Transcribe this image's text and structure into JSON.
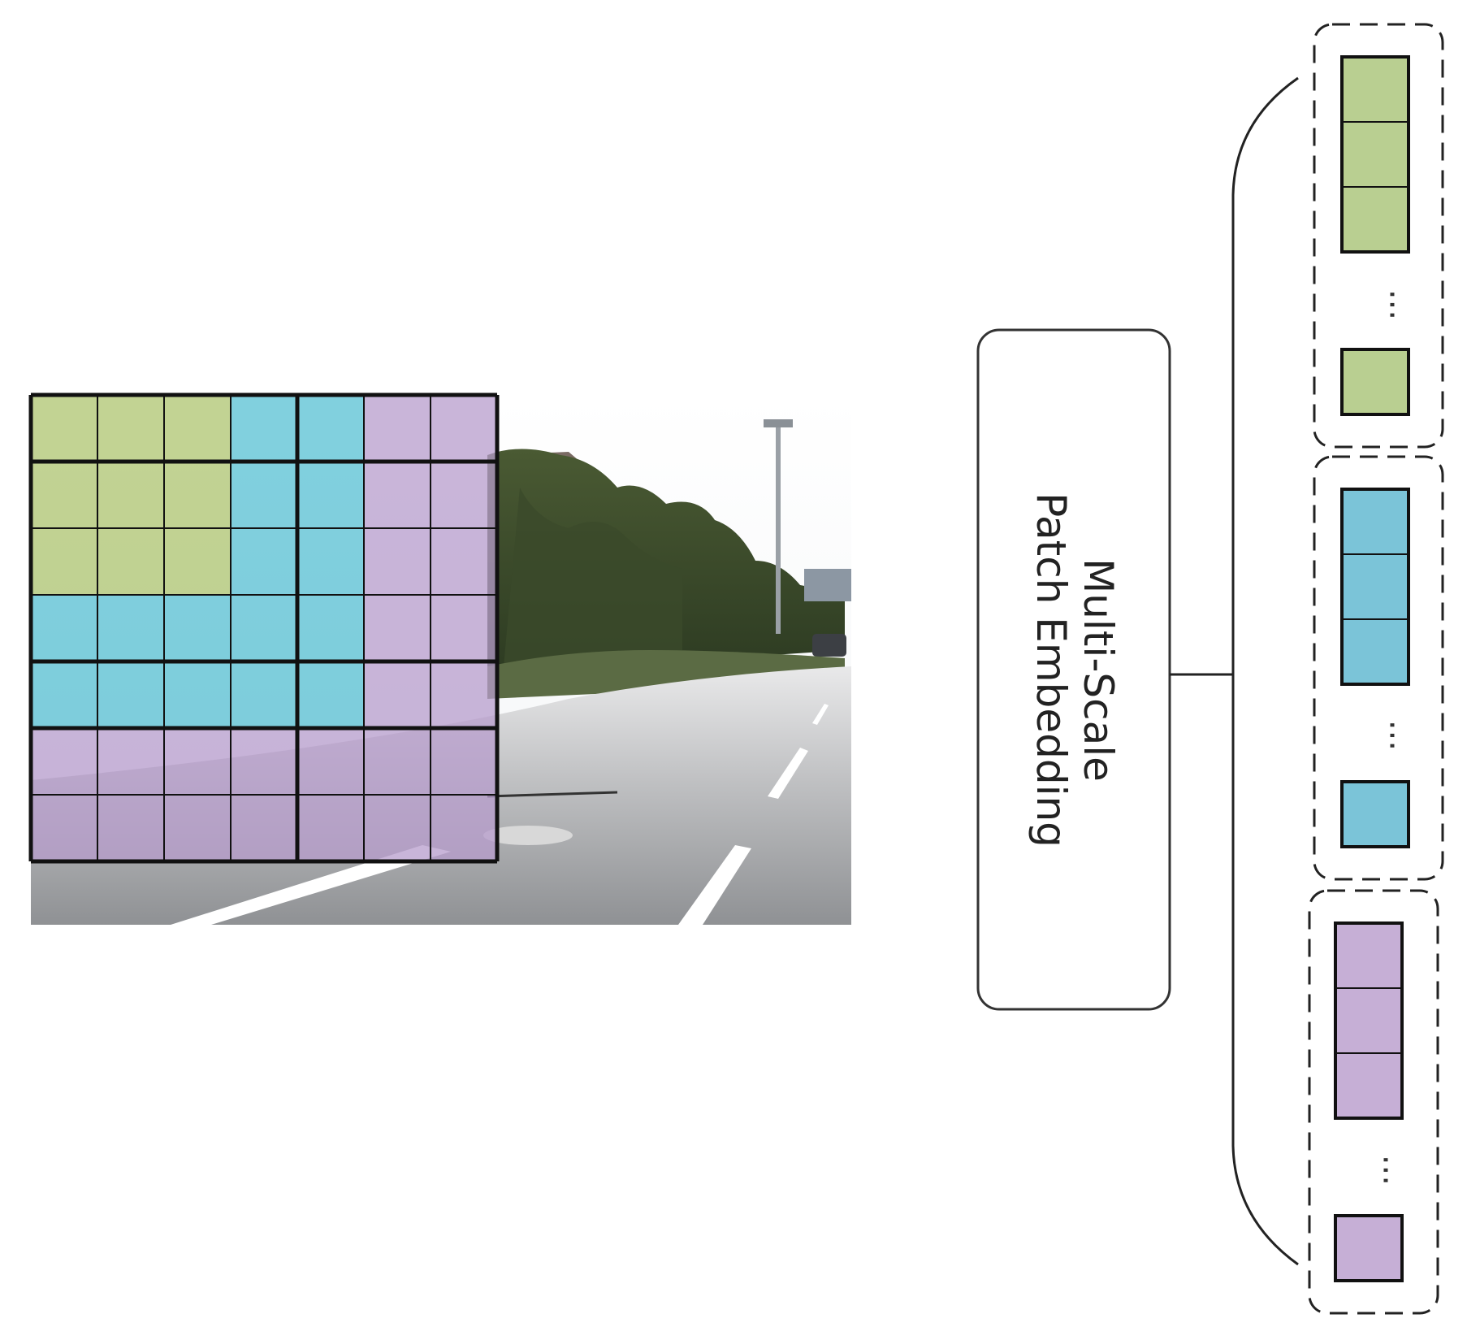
{
  "module": {
    "line1": "Multi-Scale",
    "line2": "Patch Embedding"
  },
  "patch_grid": {
    "rows": 7,
    "cols": 7,
    "groups": [
      {
        "name": "green",
        "color": "#8fae3a",
        "opacity": 0.55,
        "cells": [
          [
            0,
            0
          ],
          [
            0,
            1
          ],
          [
            0,
            2
          ],
          [
            1,
            0
          ],
          [
            1,
            1
          ],
          [
            1,
            2
          ],
          [
            2,
            0
          ],
          [
            2,
            1
          ],
          [
            2,
            2
          ]
        ]
      },
      {
        "name": "blue",
        "color": "#1aa9c2",
        "opacity": 0.55,
        "cells": [
          [
            0,
            3
          ],
          [
            0,
            4
          ],
          [
            1,
            3
          ],
          [
            1,
            4
          ],
          [
            2,
            3
          ],
          [
            2,
            4
          ],
          [
            3,
            0
          ],
          [
            3,
            1
          ],
          [
            3,
            2
          ],
          [
            3,
            3
          ],
          [
            3,
            4
          ],
          [
            4,
            0
          ],
          [
            4,
            1
          ],
          [
            4,
            2
          ],
          [
            4,
            3
          ],
          [
            4,
            4
          ]
        ]
      },
      {
        "name": "purple",
        "color": "#b79ccc",
        "opacity": 0.75,
        "cells": [
          [
            0,
            5
          ],
          [
            0,
            6
          ],
          [
            1,
            5
          ],
          [
            1,
            6
          ],
          [
            2,
            5
          ],
          [
            2,
            6
          ],
          [
            3,
            5
          ],
          [
            3,
            6
          ],
          [
            4,
            5
          ],
          [
            4,
            6
          ],
          [
            5,
            0
          ],
          [
            5,
            1
          ],
          [
            5,
            2
          ],
          [
            5,
            3
          ],
          [
            5,
            4
          ],
          [
            5,
            5
          ],
          [
            5,
            6
          ],
          [
            6,
            0
          ],
          [
            6,
            1
          ],
          [
            6,
            2
          ],
          [
            6,
            3
          ],
          [
            6,
            4
          ],
          [
            6,
            5
          ],
          [
            6,
            6
          ]
        ]
      }
    ],
    "thick_row_lines": [
      1,
      4,
      5
    ],
    "thick_col_lines": [
      4
    ]
  },
  "token_groups": [
    {
      "name": "green-tokens",
      "fill": "#b9cf91",
      "stack": 3,
      "ellipsis": "···"
    },
    {
      "name": "blue-tokens",
      "fill": "#7bc4d8",
      "stack": 3,
      "ellipsis": "···"
    },
    {
      "name": "purple-tokens",
      "fill": "#c6afd6",
      "stack": 3,
      "ellipsis": "···"
    }
  ],
  "colors": {
    "grid_line": "#111111",
    "box_stroke": "#333333",
    "dashed_stroke": "#222222"
  },
  "icons": {
    "street": "street-scene-image"
  }
}
